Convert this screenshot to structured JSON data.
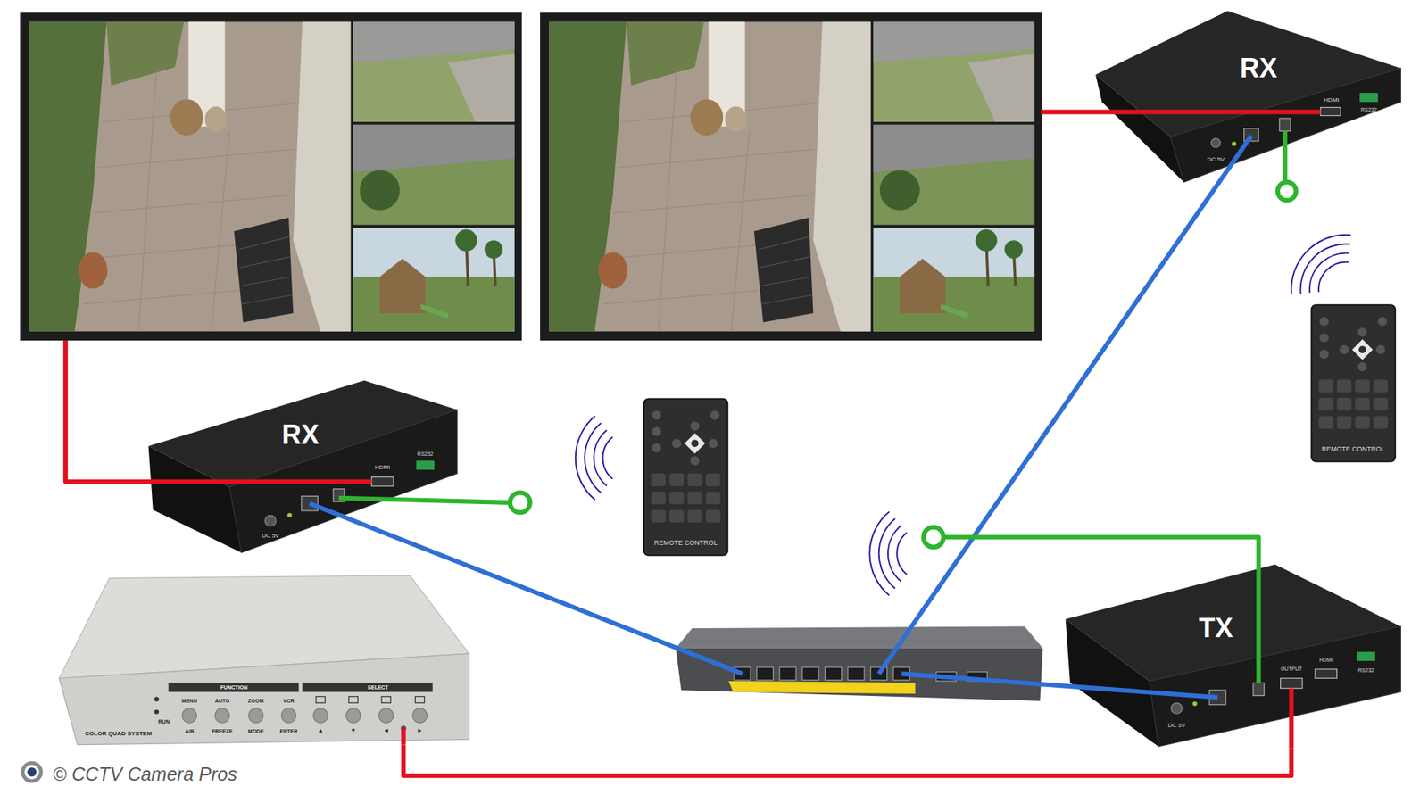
{
  "diagram": {
    "nodes": [
      {
        "text": [
          "RX",
          "DC 5V",
          "HDMI",
          "RS232"
        ]
      },
      {
        "text": [
          "REMOTE CONTROL"
        ]
      },
      {
        "text": [
          "REMOTE CONTROL"
        ]
      },
      {
        "text": [
          "RX",
          "DC 5V",
          "HDMI",
          "RS232"
        ]
      },
      {
        "text": [
          "TX",
          "DC 5V",
          "OUTPUT",
          "HDMI",
          "RS232"
        ]
      },
      {
        "text": [
          "FUNCTION",
          "SELECT",
          "MENU",
          "AUTO",
          "ZOOM",
          "VCR",
          "RUN",
          "A/B",
          "FREEZE",
          "MODE",
          "ENTER",
          "▲",
          "▼",
          "◄",
          "►",
          "COLOR QUAD SYSTEM"
        ]
      }
    ],
    "edges": [
      {
        "from": 5,
        "to": 4,
        "arrow": "none"
      }
    ],
    "labels": [
      "© CCTV Camera Pros"
    ]
  }
}
